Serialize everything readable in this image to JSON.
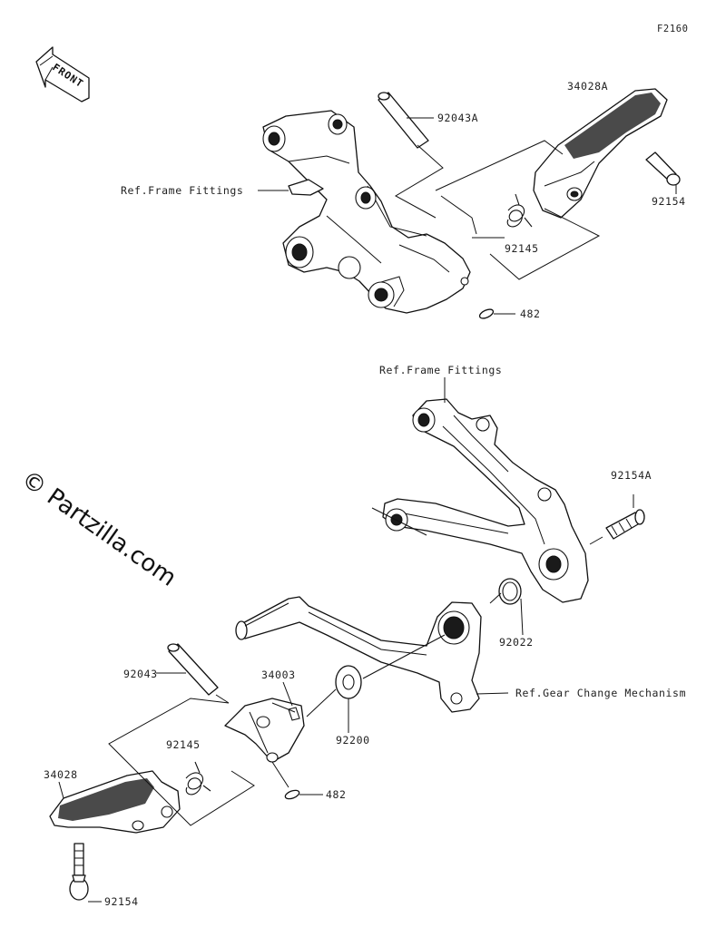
{
  "diagram_code": "F2160",
  "front_label": "FRONT",
  "watermark": "© Partzilla.com",
  "labels": {
    "ref_frame_fittings_top": "Ref.Frame Fittings",
    "ref_frame_fittings_mid": "Ref.Frame Fittings",
    "ref_gear_change": "Ref.Gear Change Mechanism",
    "p92043A": "92043A",
    "p34028A": "34028A",
    "p92154_top": "92154",
    "p92145_top": "92145",
    "p482_top": "482",
    "p92154A": "92154A",
    "p92022": "92022",
    "p92200": "92200",
    "p92043": "92043",
    "p34003": "34003",
    "p92145_bot": "92145",
    "p34028": "34028",
    "p482_bot": "482",
    "p92154_bot": "92154"
  }
}
